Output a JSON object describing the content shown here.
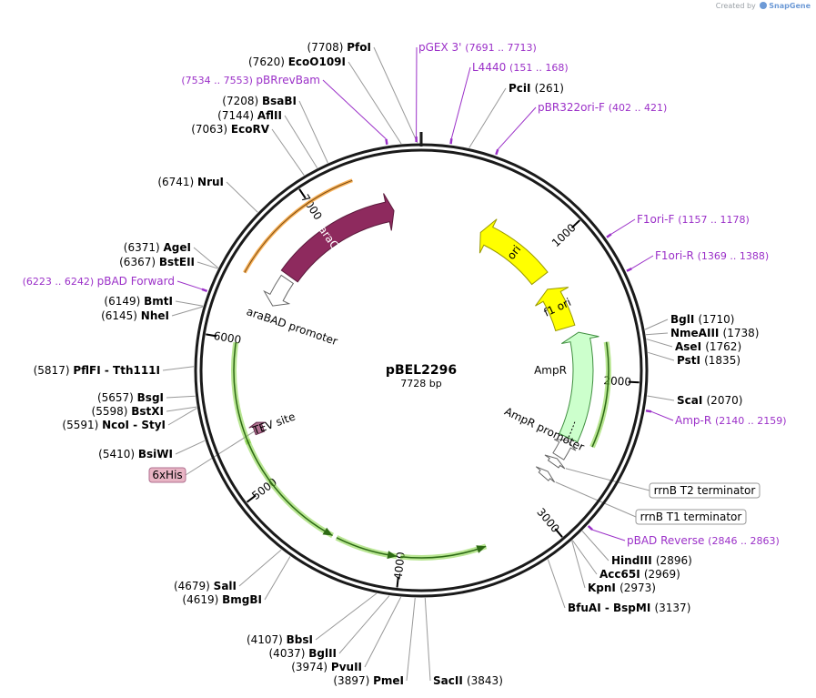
{
  "plasmid": {
    "name": "pBEL2296",
    "length": "7728 bp",
    "total_bp": 7728
  },
  "credit": {
    "prefix": "Created by",
    "brand": "SnapGene"
  },
  "colors": {
    "backbone": "#1a1a1a",
    "primer": "#9b30c8",
    "araC": "#8e2a5e",
    "araC_glow": "#f6a33c",
    "ori": "#ffff00",
    "ampr": "#ccffcc",
    "cds_glow": "#7fd13b",
    "tag_fill": "#e8b4c4",
    "tag_stroke": "#b07090"
  },
  "ticks": [
    {
      "bp": 1000,
      "label": "1000"
    },
    {
      "bp": 2000,
      "label": "2000"
    },
    {
      "bp": 3000,
      "label": "3000"
    },
    {
      "bp": 4000,
      "label": "4000"
    },
    {
      "bp": 5000,
      "label": "5000"
    },
    {
      "bp": 6000,
      "label": "6000"
    },
    {
      "bp": 7000,
      "label": "7000"
    }
  ],
  "enzymes": [
    {
      "name": "PfoI",
      "pos": "(7708)",
      "bp": 7708,
      "side": "L"
    },
    {
      "name": "EcoO109I",
      "pos": "(7620)",
      "bp": 7620,
      "side": "L"
    },
    {
      "name": "BsaBI",
      "pos": "(7208)",
      "bp": 7208,
      "side": "L"
    },
    {
      "name": "AflII",
      "pos": "(7144)",
      "bp": 7144,
      "side": "L"
    },
    {
      "name": "EcoRV",
      "pos": "(7063)",
      "bp": 7063,
      "side": "L"
    },
    {
      "name": "NruI",
      "pos": "(6741)",
      "bp": 6741,
      "side": "L"
    },
    {
      "name": "AgeI",
      "pos": "(6371)",
      "bp": 6371,
      "side": "L"
    },
    {
      "name": "BstEII",
      "pos": "(6367)",
      "bp": 6367,
      "side": "L"
    },
    {
      "name": "BmtI",
      "pos": "(6149)",
      "bp": 6149,
      "side": "L"
    },
    {
      "name": "NheI",
      "pos": "(6145)",
      "bp": 6145,
      "side": "L"
    },
    {
      "name": "PflFI  - Tth111I",
      "pos": "(5817)",
      "bp": 5817,
      "side": "L"
    },
    {
      "name": "BsgI",
      "pos": "(5657)",
      "bp": 5657,
      "side": "L"
    },
    {
      "name": "BstXI",
      "pos": "(5598)",
      "bp": 5598,
      "side": "L"
    },
    {
      "name": "NcoI  - StyI",
      "pos": "(5591)",
      "bp": 5591,
      "side": "L"
    },
    {
      "name": "BsiWI",
      "pos": "(5410)",
      "bp": 5410,
      "side": "L"
    },
    {
      "name": "SalI",
      "pos": "(4679)",
      "bp": 4679,
      "side": "L"
    },
    {
      "name": "BmgBI",
      "pos": "(4619)",
      "bp": 4619,
      "side": "L"
    },
    {
      "name": "BbsI",
      "pos": "(4107)",
      "bp": 4107,
      "side": "L"
    },
    {
      "name": "BglII",
      "pos": "(4037)",
      "bp": 4037,
      "side": "L"
    },
    {
      "name": "PvuII",
      "pos": "(3974)",
      "bp": 3974,
      "side": "L"
    },
    {
      "name": "PmeI",
      "pos": "(3897)",
      "bp": 3897,
      "side": "L"
    },
    {
      "name": "SacII",
      "pos": "(3843)",
      "bp": 3843,
      "side": "R"
    },
    {
      "name": "PciI",
      "pos": "(261)",
      "bp": 261,
      "side": "R"
    },
    {
      "name": "BglI",
      "pos": "(1710)",
      "bp": 1710,
      "side": "R"
    },
    {
      "name": "NmeAIII",
      "pos": "(1738)",
      "bp": 1738,
      "side": "R"
    },
    {
      "name": "AseI",
      "pos": "(1762)",
      "bp": 1762,
      "side": "R"
    },
    {
      "name": "PstI",
      "pos": "(1835)",
      "bp": 1835,
      "side": "R"
    },
    {
      "name": "ScaI",
      "pos": "(2070)",
      "bp": 2070,
      "side": "R"
    },
    {
      "name": "HindIII",
      "pos": "(2896)",
      "bp": 2896,
      "side": "R"
    },
    {
      "name": "Acc65I",
      "pos": "(2969)",
      "bp": 2969,
      "side": "R"
    },
    {
      "name": "KpnI",
      "pos": "(2973)",
      "bp": 2973,
      "side": "R"
    },
    {
      "name": "BfuAI  - BspMI",
      "pos": "(3137)",
      "bp": 3137,
      "side": "R"
    }
  ],
  "primers": [
    {
      "name": "pGEX 3'",
      "range": "(7691 .. 7713)",
      "bp": 7702,
      "side": "R"
    },
    {
      "name": "L4440",
      "range": "(151 .. 168)",
      "bp": 160,
      "side": "R"
    },
    {
      "name": "pBR322ori-F",
      "range": "(402 .. 421)",
      "bp": 411,
      "side": "R"
    },
    {
      "name": "F1ori-F",
      "range": "(1157 .. 1178)",
      "bp": 1167,
      "side": "R"
    },
    {
      "name": "F1ori-R",
      "range": "(1369 .. 1388)",
      "bp": 1378,
      "side": "R"
    },
    {
      "name": "Amp-R",
      "range": "(2140 .. 2159)",
      "bp": 2150,
      "side": "R"
    },
    {
      "name": "pBAD Reverse",
      "range": "(2846 .. 2863)",
      "bp": 2854,
      "side": "R"
    },
    {
      "name": "pBAD Forward",
      "range": "(6223 .. 6242)",
      "bp": 6232,
      "side": "L"
    },
    {
      "name": "pBRrevBam",
      "range": "(7534 .. 7553)",
      "bp": 7543,
      "side": "L"
    }
  ],
  "features": [
    {
      "name": "araC",
      "kind": "cds-filled"
    },
    {
      "name": "araBAD promoter",
      "kind": "promoter"
    },
    {
      "name": "ori",
      "kind": "ori"
    },
    {
      "name": "f1 ori",
      "kind": "ori"
    },
    {
      "name": "AmpR",
      "kind": "cds"
    },
    {
      "name": "AmpR promoter",
      "kind": "promoter"
    },
    {
      "name": "TEV site",
      "kind": "site"
    }
  ],
  "boxed_labels": [
    {
      "name": "6xHis",
      "kind": "tag"
    },
    {
      "name": "rrnB T2 terminator",
      "kind": "terminator"
    },
    {
      "name": "rrnB T1 terminator",
      "kind": "terminator"
    }
  ]
}
